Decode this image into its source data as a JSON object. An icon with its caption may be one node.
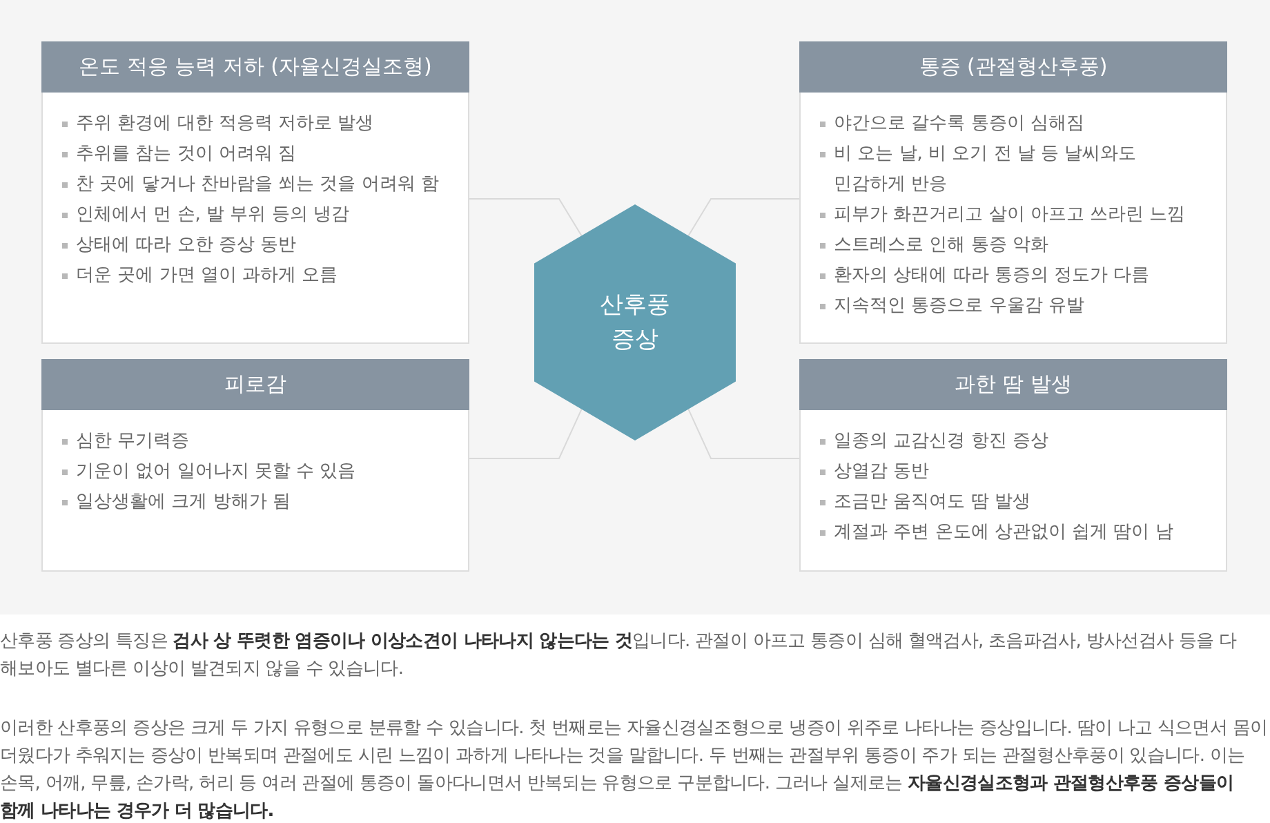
{
  "diagram": {
    "nodes": [
      {
        "text": [
          "온도 적응 능력 저하 (자율신경실조형)",
          "주위 환경에 대한 적응력 저하로 발생",
          "추위를 참는 것이 어려워 짐",
          "찬 곳에 닿거나 찬바람을 쐬는 것을 어려워 함",
          "인체에서 먼 손, 발 부위 등의 냉감",
          "상태에 따라 오한 증상 동반",
          "더운 곳에 가면 열이 과하게 오름"
        ]
      },
      {
        "text": [
          "통증 (관절형산후풍)",
          "야간으로 갈수록 통증이 심해짐",
          "비 오는 날, 비 오기 전 날 등 날씨와도 민감하게 반응",
          "피부가 화끈거리고 살이 아프고 쓰라린 느낌",
          "스트레스로 인해 통증 악화",
          "환자의 상태에 따라 통증의 정도가 다름",
          "지속적인 통증으로 우울감 유발"
        ]
      },
      {
        "text": [
          "산후풍 증상"
        ]
      },
      {
        "text": [
          "피로감",
          "심한 무기력증",
          "기운이 없어 일어나지 못할 수 있음",
          "일상생활에 크게 방해가 됨"
        ]
      },
      {
        "text": [
          "과한 땀 발생",
          "일종의 교감신경 항진 증상",
          "상열감 동반",
          "조금만 움직여도 땀 발생",
          "계절과 주변 온도에 상관없이 쉽게 땀이 남"
        ]
      }
    ],
    "edges": [
      {
        "from": 2,
        "to": 0,
        "arrow": "none"
      },
      {
        "from": 2,
        "to": 1,
        "arrow": "none"
      },
      {
        "from": 2,
        "to": 3,
        "arrow": "none"
      },
      {
        "from": 2,
        "to": 4,
        "arrow": "none"
      }
    ],
    "labels": [
      "산후풍 증상의 특징은 **검사 상 뚜렷한 염증이나 이상소견이 나타나지 않는다는 것**입니다. 관절이 아프고 통증이 심해 혈액검사, 초음파검사, 방사선검사 등을 다 해보아도 별다른 이상이 발견되지 않을 수 있습니다.",
      "이러한 산후풍의 증상은 크게 두 가지 유형으로 분류할 수 있습니다. 첫 번째로는 자율신경실조형으로 냉증이 위주로 나타나는 증상입니다. 땀이 나고 식으면서 몸이 더웠다가 추워지는 증상이 반복되며 관절에도 시린 느낌이 과하게 나타나는 것을 말합니다. 두 번째는 관절부위 통증이 주가 되는 관절형산후풍이 있습니다. 이는 손목, 어깨, 무릎, 손가락, 허리 등 여러 관절에 통증이 돌아다니면서 반복되는 유형으로 구분합니다. 그러나 실제로는 **자율신경실조형과 관절형산후풍 증상들이 함께 나타나는 경우가 더 많습니다.**"
    ]
  }
}
